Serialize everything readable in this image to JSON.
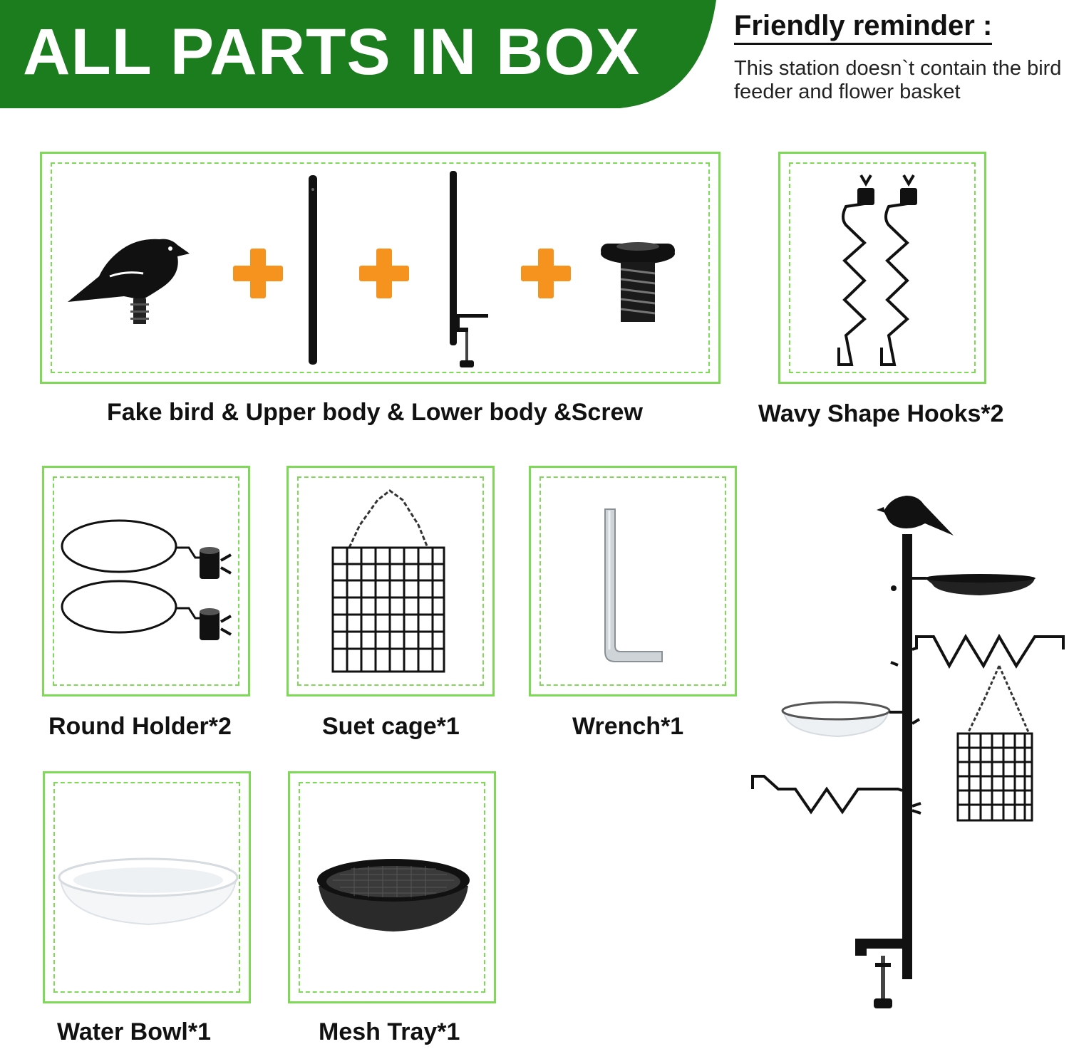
{
  "header": {
    "title": "ALL PARTS IN BOX",
    "accent_color": "#1c7d1f"
  },
  "reminder": {
    "title": "Friendly reminder :",
    "text": "This station doesn`t contain the bird feeder and flower basket"
  },
  "panel_border_color": "#7ed957",
  "plus_color": "#f6921e",
  "parts": [
    {
      "caption": "Fake bird & Upper body & Lower body &Screw",
      "icons": [
        "bird-topper-icon",
        "upper-pole-icon",
        "lower-pole-icon",
        "screw-icon"
      ]
    },
    {
      "caption": "Wavy Shape Hooks*2",
      "icons": [
        "wavy-hook-icon"
      ]
    },
    {
      "caption": "Round Holder*2",
      "icons": [
        "round-holder-icon"
      ]
    },
    {
      "caption": "Suet cage*1",
      "icons": [
        "suet-cage-icon"
      ]
    },
    {
      "caption": "Wrench*1",
      "icons": [
        "wrench-icon"
      ]
    },
    {
      "caption": "Water Bowl*1",
      "icons": [
        "water-bowl-icon"
      ]
    },
    {
      "caption": "Mesh Tray*1",
      "icons": [
        "mesh-tray-icon"
      ]
    }
  ],
  "assembled": {
    "icon": "assembled-station-icon"
  }
}
